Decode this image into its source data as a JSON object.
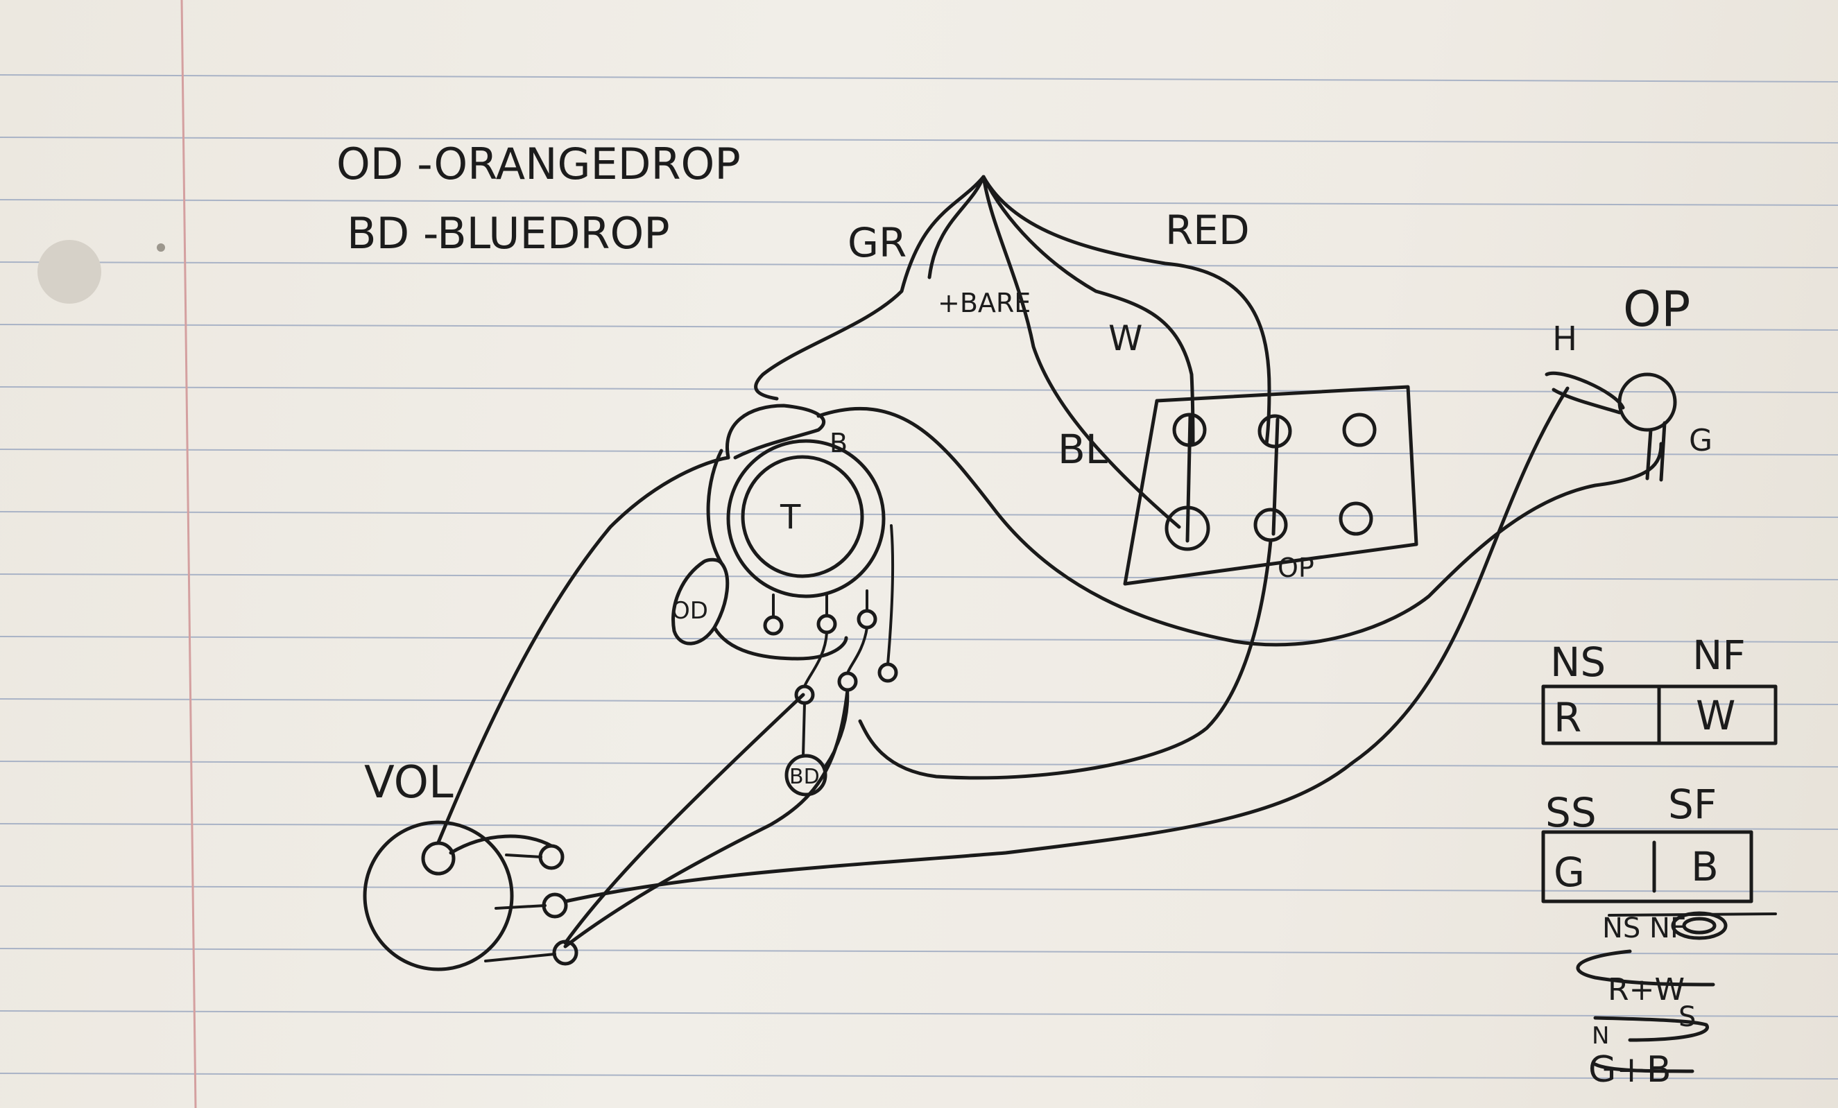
{
  "legend": {
    "od": "OD -ORANGEDROP",
    "bd": "BD -BLUEDROP"
  },
  "pickup_leads": {
    "green_red": "GR",
    "bare": "+BARE",
    "white": "W",
    "red": "RED",
    "black": "BL"
  },
  "components": {
    "tone_pot": "T",
    "tone_lug": "B",
    "orange_drop_cap": "OD",
    "blue_drop_cap": "BD",
    "volume_pot": "VOL",
    "switch_label": "OP",
    "output_jack": "OP",
    "jack_hot": "H",
    "jack_ground": "G"
  },
  "coil_table": {
    "north": {
      "start": "NS",
      "finish": "NF",
      "start_color": "R",
      "finish_color": "W"
    },
    "south": {
      "start": "SS",
      "finish": "SF",
      "start_color": "G",
      "finish_color": "B"
    }
  },
  "notes": {
    "line1": "NS NF",
    "line2": "R+W",
    "line3_n": "N",
    "line3_s": "S",
    "line4": "G+B"
  },
  "colors": {
    "ink": "#1a1a1a",
    "paper": "#eeeae3",
    "rule": "#a9b3c6",
    "margin": "#d4a0a0"
  }
}
